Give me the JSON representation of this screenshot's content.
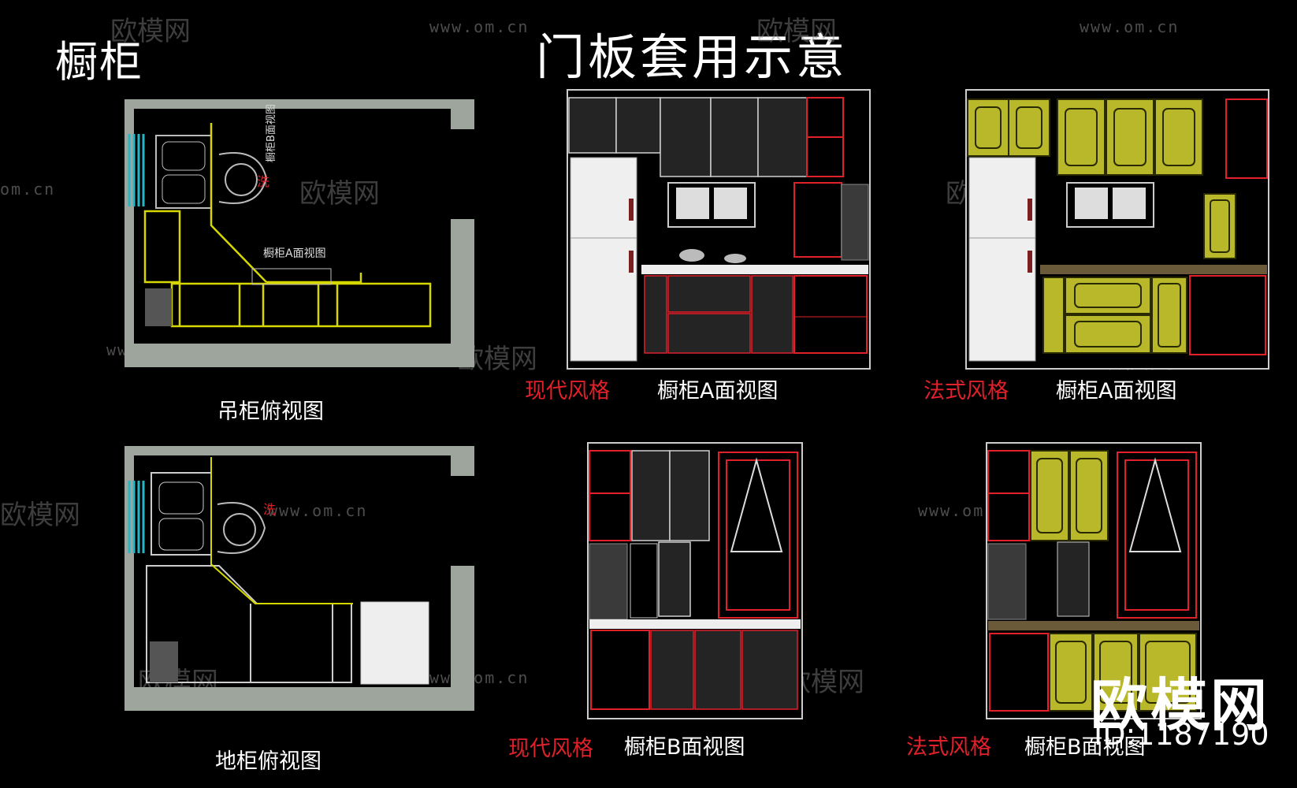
{
  "title_left": "橱柜",
  "title_center": "门板套用示意",
  "captions": {
    "top_plan": "吊柜俯视图",
    "bottom_plan": "地柜俯视图",
    "modern_a_style": "现代风格",
    "modern_a_view": "橱柜A面视图",
    "french_a_style": "法式风格",
    "french_a_view": "橱柜A面视图",
    "modern_b_style": "现代风格",
    "modern_b_view": "橱柜B面视图",
    "french_b_style": "法式风格",
    "french_b_view": "橱柜B面视图"
  },
  "plan_labels": {
    "view_a": "橱柜A面视图",
    "view_b": "橱柜B面视图",
    "wash_top": "洗",
    "wash_bottom": "洗"
  },
  "watermark": {
    "url": "www.om.cn",
    "url_short": "om.cn",
    "brand": "欧模网"
  },
  "logo": {
    "text": "欧模网",
    "id": "ID:1187190"
  },
  "colors": {
    "background": "#000000",
    "wall": "#9ea59c",
    "cabinet_outline": "#d6d600",
    "red_line": "#e0202a",
    "dark_panel": "#2a2a2a",
    "french_panel": "#b8b82a"
  }
}
